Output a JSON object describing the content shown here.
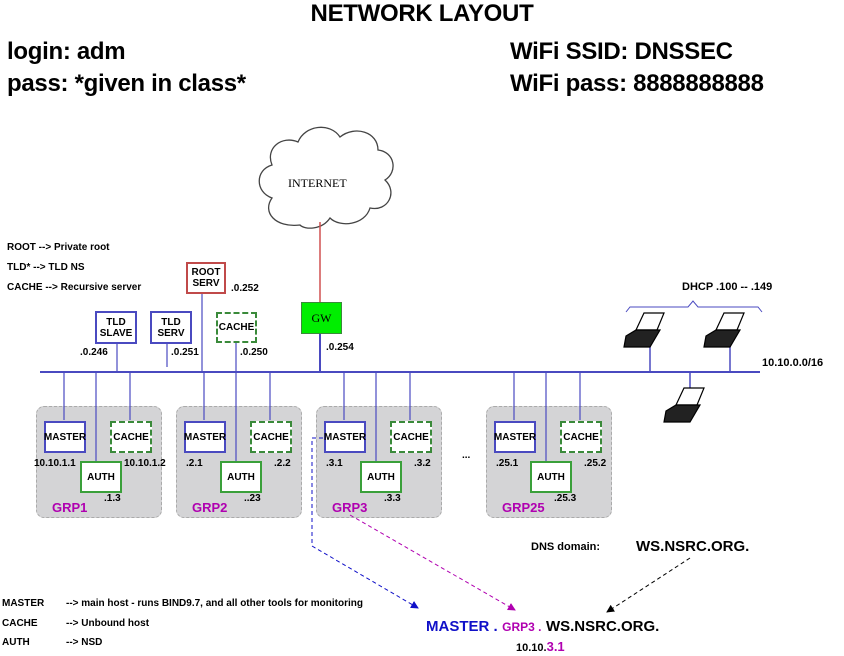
{
  "title": "NETWORK LAYOUT",
  "credentials": {
    "login": "login: adm",
    "pass": "pass:  *given in class*",
    "wifi_ssid": "WiFi SSID: DNSSEC",
    "wifi_pass": "WiFi pass:  8888888888"
  },
  "legend_top": [
    "ROOT  --> Private root",
    "TLD* --> TLD NS",
    "CACHE --> Recursive server"
  ],
  "internet": {
    "label": "INTERNET"
  },
  "gateway": {
    "label": "GW",
    "addr": ".0.254"
  },
  "servers": {
    "root": {
      "label_line1": "ROOT",
      "label_line2": "SERV",
      "addr": ".0.252"
    },
    "tld_slave": {
      "label_line1": "TLD",
      "label_line2": "SLAVE",
      "addr": ".0.246"
    },
    "tld_serv": {
      "label_line1": "TLD",
      "label_line2": "SERV",
      "addr": ".0.251"
    },
    "cache": {
      "label": "CACHE",
      "addr": ".0.250"
    }
  },
  "network": {
    "subnet": "10.10.0.0/16",
    "dhcp": "DHCP .100 -- .149"
  },
  "groups": [
    {
      "name": "GRP1",
      "master": "MASTER",
      "cache": "CACHE",
      "auth": "AUTH",
      "master_addr": "10.10.1.1",
      "cache_addr": "10.10.1.2",
      "auth_addr": ".1.3"
    },
    {
      "name": "GRP2",
      "master": "MASTER",
      "cache": "CACHE",
      "auth": "AUTH",
      "master_addr": ".2.1",
      "cache_addr": ".2.2",
      "auth_addr": "..23"
    },
    {
      "name": "GRP3",
      "master": "MASTER",
      "cache": "CACHE",
      "auth": "AUTH",
      "master_addr": ".3.1",
      "cache_addr": ".3.2",
      "auth_addr": ".3.3"
    },
    {
      "name": "GRP25",
      "master": "MASTER",
      "cache": "CACHE",
      "auth": "AUTH",
      "master_addr": ".25.1",
      "cache_addr": ".25.2",
      "auth_addr": ".25.3"
    }
  ],
  "ellipsis": "...",
  "dns": {
    "label": "DNS domain:",
    "domain": "WS.NSRC.ORG.",
    "fqdn_host": "MASTER .",
    "fqdn_group": "GRP3 .",
    "fqdn_domain": "WS.NSRC.ORG.",
    "ip_prefix": "10.10.",
    "ip_suffix": "3.1"
  },
  "legend_bottom": [
    {
      "key": "MASTER",
      "desc": "--> main host - runs BIND9.7, and all other tools for monitoring"
    },
    {
      "key": "CACHE",
      "desc": "--> Unbound host"
    },
    {
      "key": "AUTH",
      "desc": "--> NSD"
    }
  ],
  "colors": {
    "line_blue": "#4a4ac0",
    "gw_green": "#00ee00",
    "root_red": "#c04a4a",
    "grp_magenta": "#b000b0",
    "fqdn_blue": "#1010c8"
  }
}
